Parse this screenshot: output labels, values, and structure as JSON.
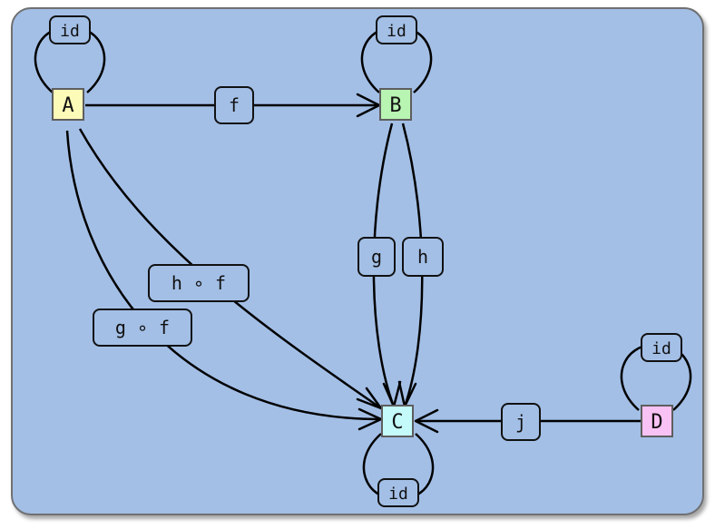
{
  "nodes": {
    "A": {
      "label": "A",
      "color": "#fdfbb8"
    },
    "B": {
      "label": "B",
      "color": "#b8f4b2"
    },
    "C": {
      "label": "C",
      "color": "#c4fafa"
    },
    "D": {
      "label": "D",
      "color": "#f9c2f4"
    }
  },
  "edges": {
    "f": {
      "label": "f",
      "from": "A",
      "to": "B"
    },
    "g": {
      "label": "g",
      "from": "B",
      "to": "C"
    },
    "h": {
      "label": "h",
      "from": "B",
      "to": "C"
    },
    "h_o_f": {
      "label": "h ∘ f",
      "from": "A",
      "to": "C"
    },
    "g_o_f": {
      "label": "g ∘ f",
      "from": "A",
      "to": "C"
    },
    "j": {
      "label": "j",
      "from": "D",
      "to": "C"
    }
  },
  "loops": {
    "A": {
      "label": "id"
    },
    "B": {
      "label": "id"
    },
    "C": {
      "label": "id"
    },
    "D": {
      "label": "id"
    }
  }
}
